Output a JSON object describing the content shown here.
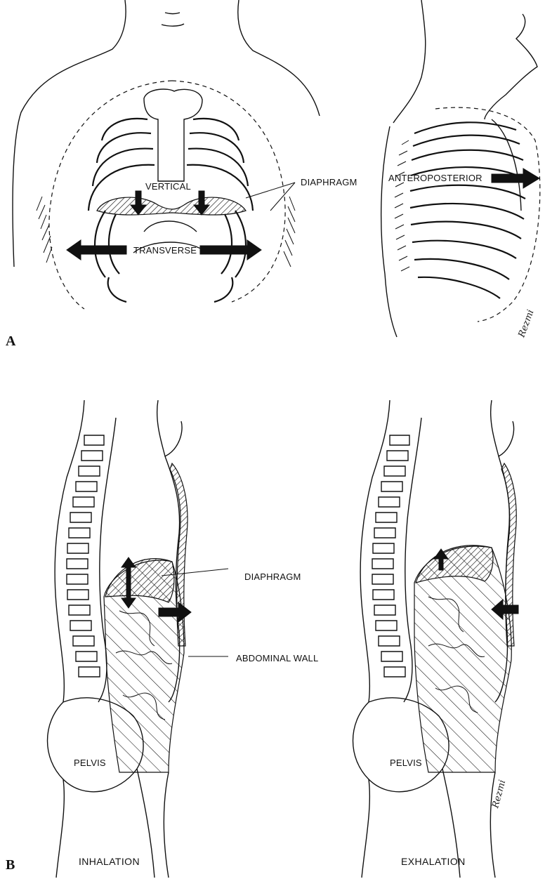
{
  "panel_a": {
    "letter": "A",
    "front_view": {
      "label_vertical": "VERTICAL",
      "label_diaphragm": "DIAPHRAGM",
      "label_transverse": "TRANSVERSE"
    },
    "side_view": {
      "label_anteroposterior": "ANTEROPOSTERIOR",
      "signature": "Rezmi"
    }
  },
  "panel_b": {
    "letter": "B",
    "inhalation": {
      "label_diaphragm": "DIAPHRAGM",
      "label_abdominal_wall": "ABDOMINAL WALL",
      "label_pelvis": "PELVIS",
      "caption": "INHALATION"
    },
    "exhalation": {
      "label_pelvis": "PELVIS",
      "caption": "EXHALATION",
      "signature": "Rezmi"
    }
  },
  "icons": {
    "arrow": "arrow-icon"
  }
}
